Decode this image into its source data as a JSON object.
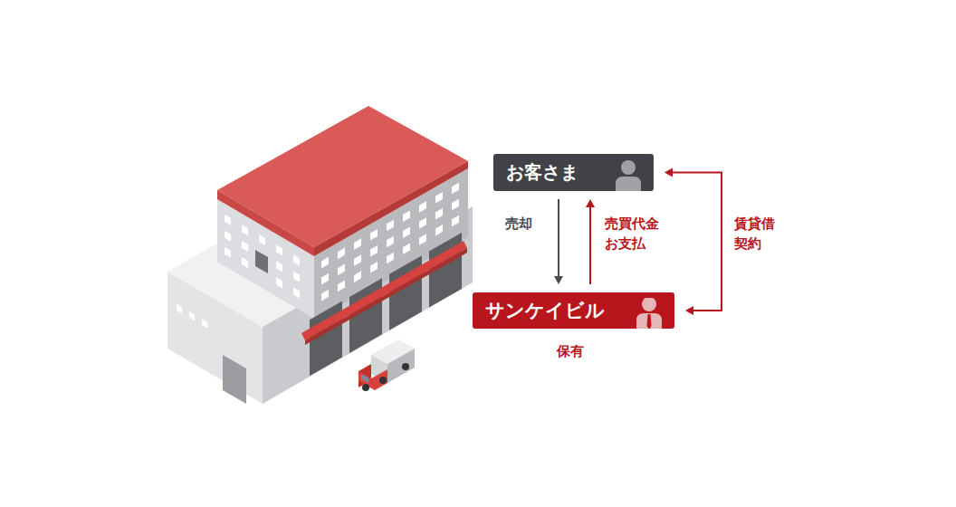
{
  "diagram": {
    "nodes": [
      {
        "text": [
          "お客さま"
        ]
      },
      {
        "text": [
          "サンケイビル"
        ]
      }
    ],
    "edges": [
      {
        "from": 0,
        "to": 1,
        "label": "売却",
        "arrow": "to"
      },
      {
        "from": 1,
        "to": 0,
        "label": "売買代金 お支払",
        "arrow": "to"
      },
      {
        "from": 0,
        "to": 1,
        "label": "賃貸借 契約",
        "arrow": "both"
      }
    ],
    "labels": [
      "保有"
    ]
  }
}
